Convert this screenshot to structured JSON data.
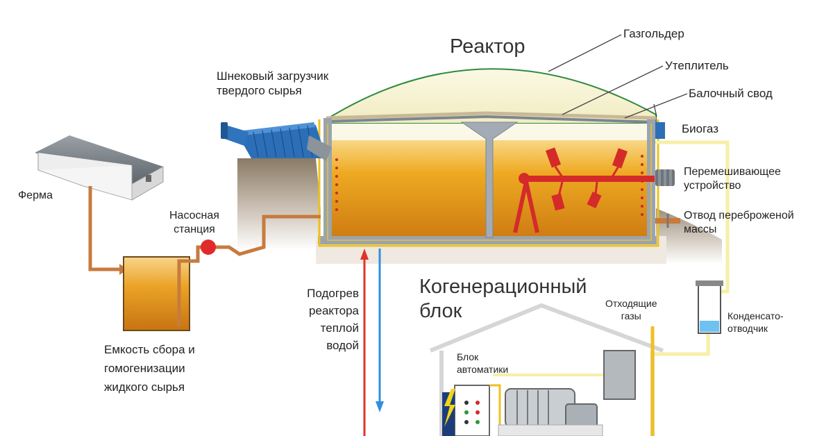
{
  "labels": {
    "reactor": "Реактор",
    "gasholder": "Газгольдер",
    "insulation": "Утеплитель",
    "beam_vault": "Балочный свод",
    "screw_loader": "Шнековый загрузчик\nтвердого сырья",
    "biogas": "Биогаз",
    "mixer": "Перемешивающее\nустройство",
    "digestate_outlet": "Отвод переброженой\nмассы",
    "farm": "Ферма",
    "pump_station": "Насосная\nстанция",
    "storage_tank": "Емкость сбора и\nгомогенизации\nжидкого сырья",
    "reactor_heating": "Подогрев\nреактора\nтеплой\nводой",
    "cogeneration_unit": "Когенерационный\nблок",
    "exhaust_gases": "Отходящие\nгазы",
    "condensate_trap": "Конденсато-\nотводчик",
    "automation_unit": "Блок\nавтоматики"
  },
  "colors": {
    "substrate": "#e8a21a",
    "gas_dome": "#f7f3cf",
    "pipe_feed": "#c87a3e",
    "pipe_gas": "#f6efa6",
    "hot_water": "#e0322a",
    "cold_water": "#2f8fe0",
    "mixer": "#d42a2a",
    "wall": "#9aa3ad",
    "screw_loader": "#2c6fb7"
  }
}
